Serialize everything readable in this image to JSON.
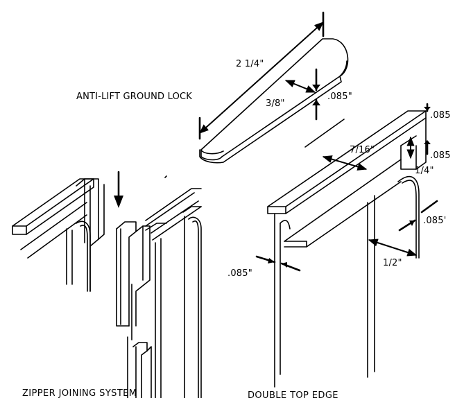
{
  "labels": {
    "anti_lift": "ANTI-LIFT GROUND LOCK",
    "dim_2_1_4": "2 1/4\"",
    "dim_3_8": "3/8\"",
    "dim_085_lock": ".085\"",
    "dim_085_top1": ".085",
    "dim_085_top2": ".085",
    "dim_7_16": "7/16\"",
    "dim_1_4": "1/4\"",
    "dim_085_right": ".085'",
    "dim_1_2": "1/2\"",
    "dim_085_left": ".085\"",
    "zipper_caption": "ZIPPER JOINING SYSTEM",
    "double_caption": "DOUBLE TOP EDGE"
  }
}
